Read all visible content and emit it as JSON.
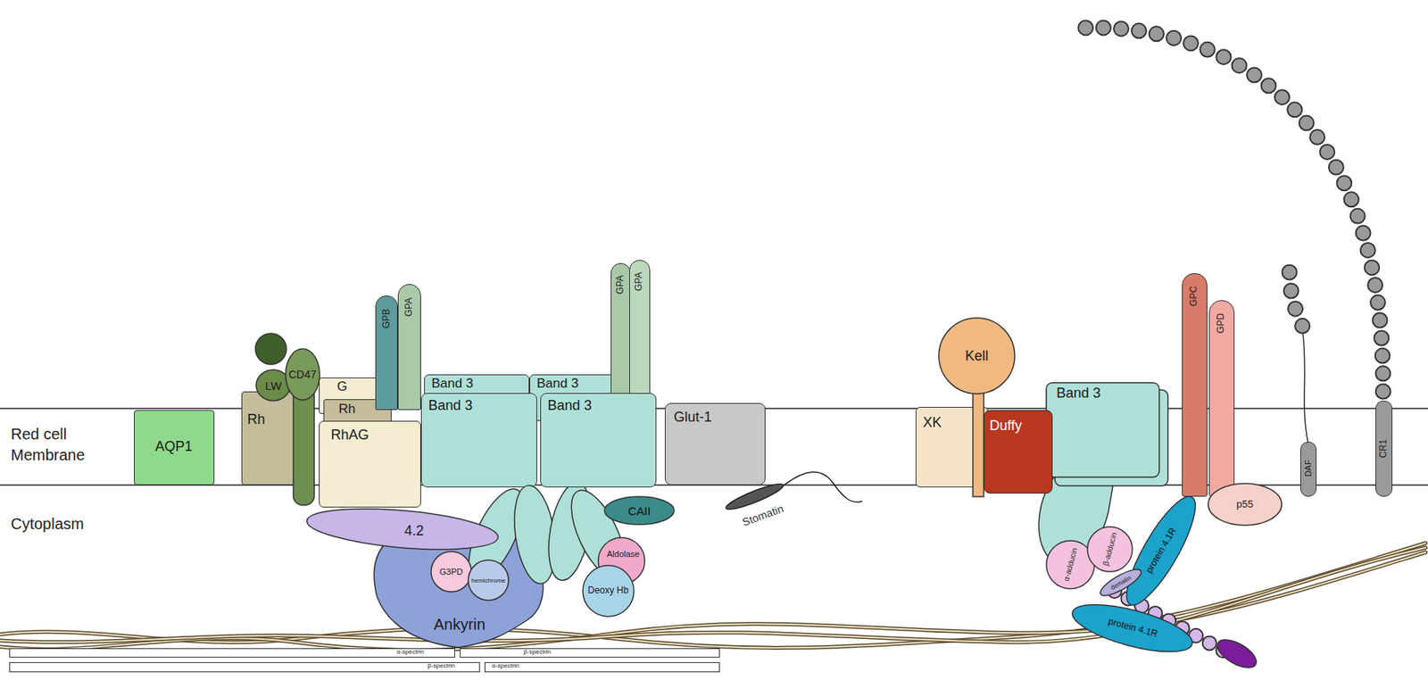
{
  "diagram": {
    "nodes": [
      {
        "text": [
          "AQP1"
        ]
      },
      {
        "text": [
          "Rh"
        ]
      },
      {
        "text": [
          "LW"
        ]
      },
      {
        "text": [
          "CD47"
        ]
      },
      {
        "text": [
          "G"
        ]
      },
      {
        "text": [
          "Rh"
        ]
      },
      {
        "text": [
          "RhAG"
        ]
      },
      {
        "text": [
          "GPB"
        ]
      },
      {
        "text": [
          "GPA"
        ]
      },
      {
        "text": [
          "Band 3"
        ]
      },
      {
        "text": [
          "Band 3"
        ]
      },
      {
        "text": [
          "GPA"
        ]
      },
      {
        "text": [
          "GPA"
        ]
      },
      {
        "text": [
          "Band 3"
        ]
      },
      {
        "text": [
          "Band 3"
        ]
      },
      {
        "text": [
          "Glut-1"
        ]
      },
      {
        "text": [
          "CAII"
        ]
      },
      {
        "text": [
          "Stomatin"
        ]
      },
      {
        "text": [
          "4.2"
        ]
      },
      {
        "text": [
          "Ankyrin"
        ]
      },
      {
        "text": [
          "G3PD"
        ]
      },
      {
        "text": [
          "hemichrome"
        ]
      },
      {
        "text": [
          "Aldolase"
        ]
      },
      {
        "text": [
          "Deoxy Hb"
        ]
      },
      {
        "text": [
          "Kell"
        ]
      },
      {
        "text": [
          "XK"
        ]
      },
      {
        "text": [
          "Duffy"
        ]
      },
      {
        "text": [
          "Band 3"
        ]
      },
      {
        "text": [
          "GPC"
        ]
      },
      {
        "text": [
          "GPD"
        ]
      },
      {
        "text": [
          "DAF"
        ]
      },
      {
        "text": [
          "CR1"
        ]
      },
      {
        "text": [
          "p55"
        ]
      },
      {
        "text": [
          "α-adducin"
        ]
      },
      {
        "text": [
          "β-adducin"
        ]
      },
      {
        "text": [
          "protein 4.1R"
        ]
      },
      {
        "text": [
          "dematin"
        ]
      },
      {
        "text": [
          "protein 4.1R"
        ]
      },
      {
        "text": [
          "α-spectrin"
        ]
      },
      {
        "text": [
          "β-spectrin"
        ]
      },
      {
        "text": [
          "β-spectrin"
        ]
      },
      {
        "text": [
          "α-spectrin"
        ]
      }
    ],
    "labels": [
      "Red cell Membrane",
      "Cytoplasm"
    ]
  }
}
